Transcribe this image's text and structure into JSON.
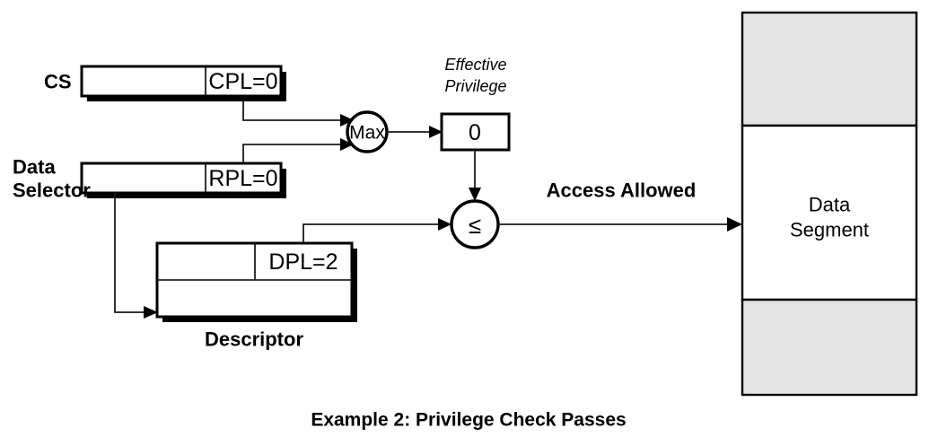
{
  "figure": {
    "caption": "Example 2: Privilege Check Passes",
    "title": "Example 2: Privilege Check Passes"
  },
  "selectors": {
    "cs": {
      "label": "CS",
      "field_label": "CPL=0",
      "field_name": "CPL",
      "field_value": "0"
    },
    "data_selector": {
      "label_line1": "Data",
      "label_line2": "Selector",
      "field_label": "RPL=0",
      "field_name": "RPL",
      "field_value": "0"
    }
  },
  "descriptor": {
    "label": "Descriptor",
    "field_label": "DPL=2",
    "field_name": "DPL",
    "field_value": "2"
  },
  "operators": {
    "max": {
      "label": "Max"
    },
    "compare": {
      "label": "≤"
    }
  },
  "effective_privilege": {
    "caption_line1": "Effective",
    "caption_line2": "Privilege",
    "value": "0"
  },
  "flow": {
    "access_result": "Access Allowed"
  },
  "memory": {
    "segment_label_line1": "Data",
    "segment_label_line2": "Segment",
    "segments": [
      {
        "name": "upper-region",
        "fill": "#e4e4e4"
      },
      {
        "name": "data-segment",
        "fill": "#ffffff"
      },
      {
        "name": "lower-region",
        "fill": "#e4e4e4"
      }
    ]
  },
  "colors": {
    "line": "#000000",
    "shadow": "#000000",
    "gray_fill": "#e4e4e4",
    "background": "#ffffff"
  }
}
